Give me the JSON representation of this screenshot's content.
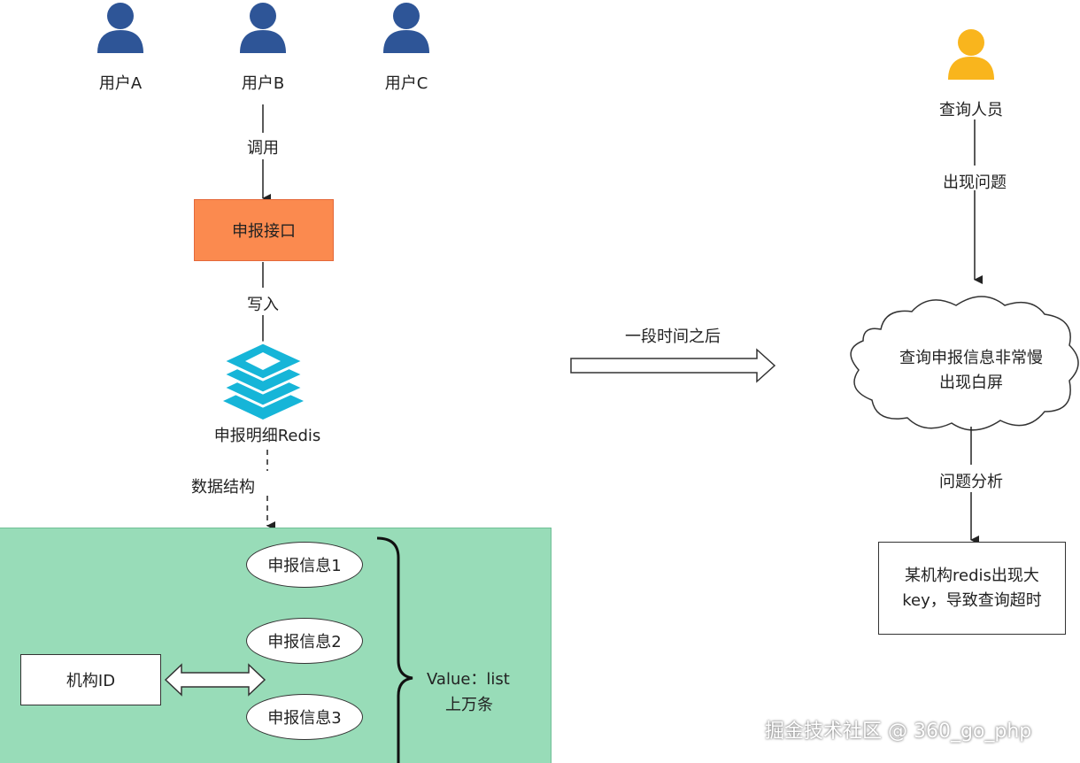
{
  "users": [
    {
      "label": "用户A"
    },
    {
      "label": "用户B"
    },
    {
      "label": "用户C"
    }
  ],
  "edges": {
    "call": "调用",
    "write": "写入",
    "data_structure": "数据结构",
    "after_time": "一段时间之后",
    "problem_occurs": "出现问题",
    "problem_analysis": "问题分析"
  },
  "api_box": "申报接口",
  "redis_label": "申报明细Redis",
  "records": [
    "申报信息1",
    "申报信息2",
    "申报信息3"
  ],
  "org_id": "机构ID",
  "value_line1": "Value：list",
  "value_line2": "上万条",
  "query_user": "查询人员",
  "cloud_line1": "查询申报信息非常慢",
  "cloud_line2": "出现白屏",
  "result_line1": "某机构redis出现大",
  "result_line2": "key，导致查询超时",
  "watermark": "掘金技术社区 @ 360_go_php",
  "colors": {
    "user_icon": "#2e5597",
    "query_user_icon": "#f9b51d",
    "api_box": "#fb8a4f",
    "redis_icon": "#16b5d8",
    "green_area": "#98dcb8"
  }
}
